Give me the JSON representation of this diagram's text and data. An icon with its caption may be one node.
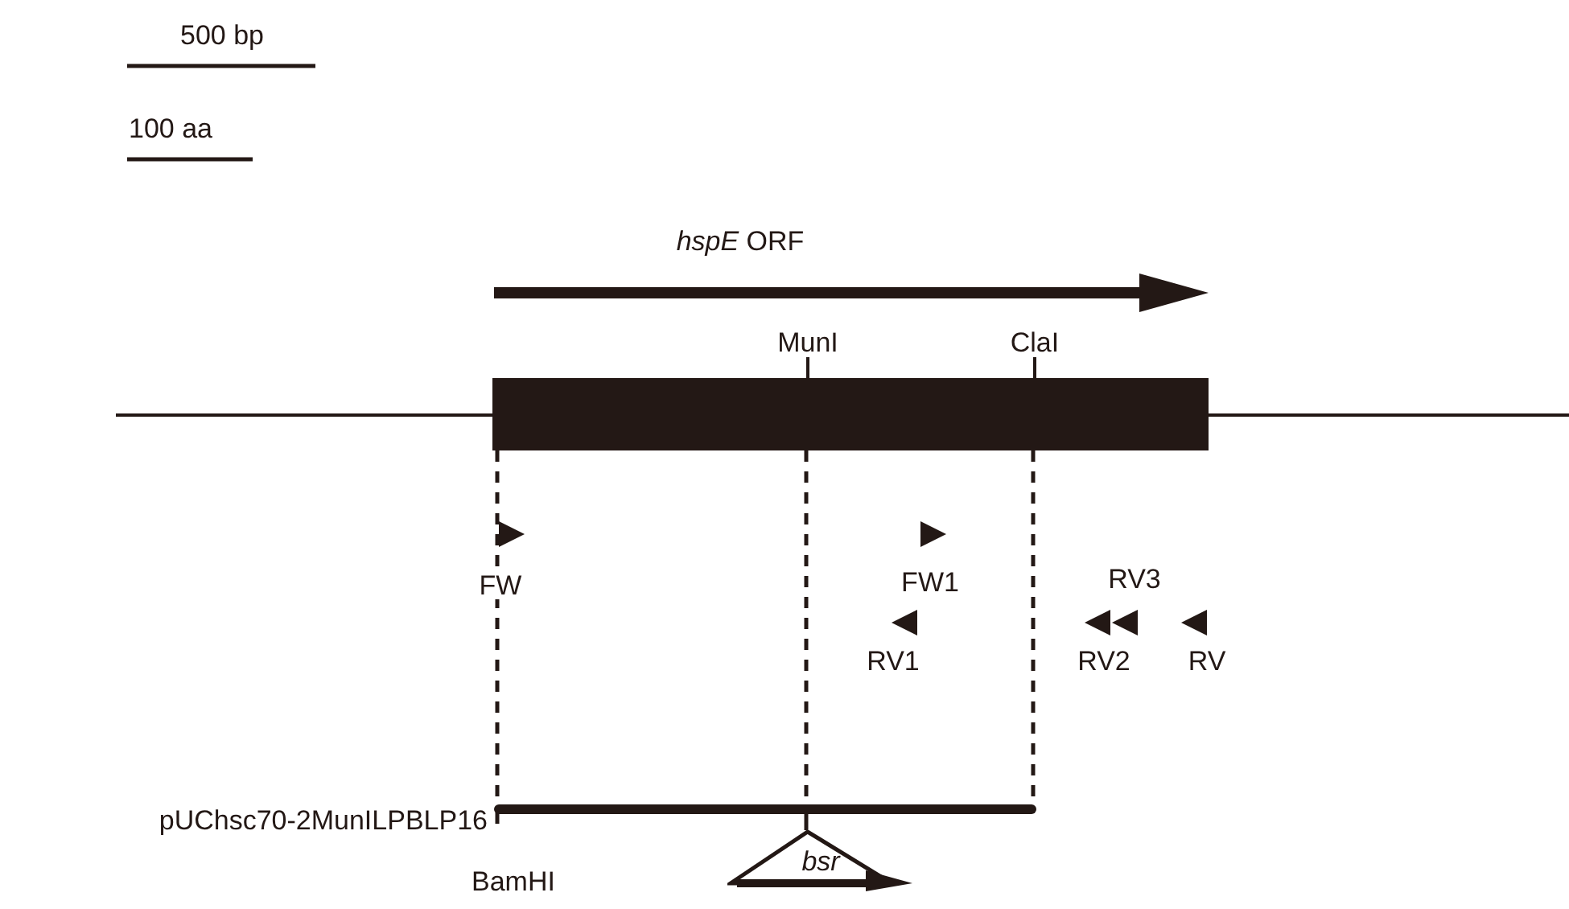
{
  "diagram": {
    "nodes": [
      {
        "text": [],
        "shape": "box"
      },
      {
        "text": [],
        "shape": "bar"
      },
      {
        "text": [
          "bsr"
        ]
      }
    ],
    "edges": [
      {
        "from": 0,
        "to": 1,
        "arrow": "none",
        "style": "dashed"
      },
      {
        "from": 0,
        "to": 1,
        "arrow": "none",
        "style": "dashed"
      },
      {
        "from": 0,
        "to": 1,
        "arrow": "none",
        "style": "dashed"
      },
      {
        "from": 1,
        "to": 2,
        "arrow": "none"
      }
    ],
    "labels": [
      "500 bp",
      "100 aa",
      "*hspE* ORF",
      "MunI",
      "ClaI",
      "FW",
      "FW1",
      "RV3",
      "RV1",
      "RV2",
      "RV",
      "pUChsc70-2MunILPBLP16",
      "BamHI"
    ]
  }
}
